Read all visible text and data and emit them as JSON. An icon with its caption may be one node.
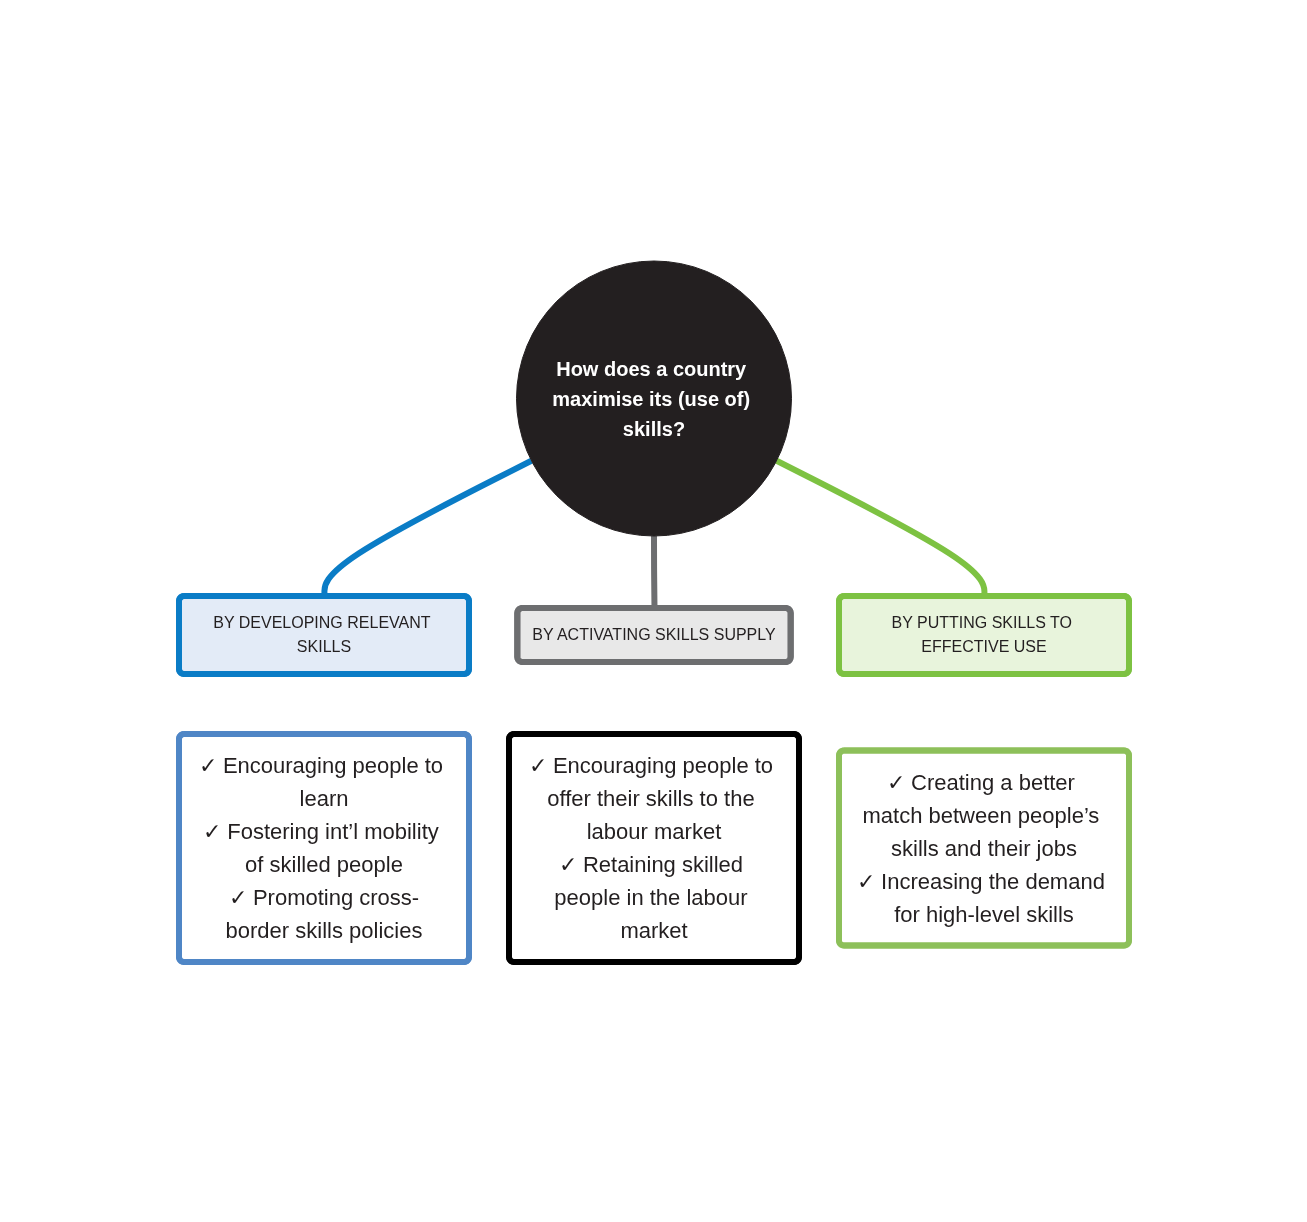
{
  "diagram": {
    "nodes": [
      {
        "text": [
          "How does a country maximise its (use of) skills?"
        ]
      },
      {
        "text": [
          "BY DEVELOPING RELEVANT SKILLS"
        ]
      },
      {
        "text": [
          "BY ACTIVATING SKILLS SUPPLY"
        ]
      },
      {
        "text": [
          "BY PUTTING SKILLS TO EFFECTIVE USE"
        ]
      },
      {
        "text": [
          "✓ Encouraging people to learn",
          "✓ Fostering int’l mobility of skilled people",
          "✓ Promoting cross-border skills policies"
        ]
      },
      {
        "text": [
          "✓ Encouraging people to offer their skills to the labour market",
          "✓ Retaining skilled people in the labour market"
        ]
      },
      {
        "text": [
          "✓ Creating a better match between people’s skills and their jobs",
          "✓ Increasing the demand for high-level skills"
        ]
      }
    ],
    "edges": [
      {
        "from": 0,
        "to": 1,
        "arrow": "none",
        "color": "#0a7cc6"
      },
      {
        "from": 0,
        "to": 2,
        "arrow": "none",
        "color": "#6d6e70"
      },
      {
        "from": 0,
        "to": 3,
        "arrow": "none",
        "color": "#7dc242"
      }
    ]
  }
}
